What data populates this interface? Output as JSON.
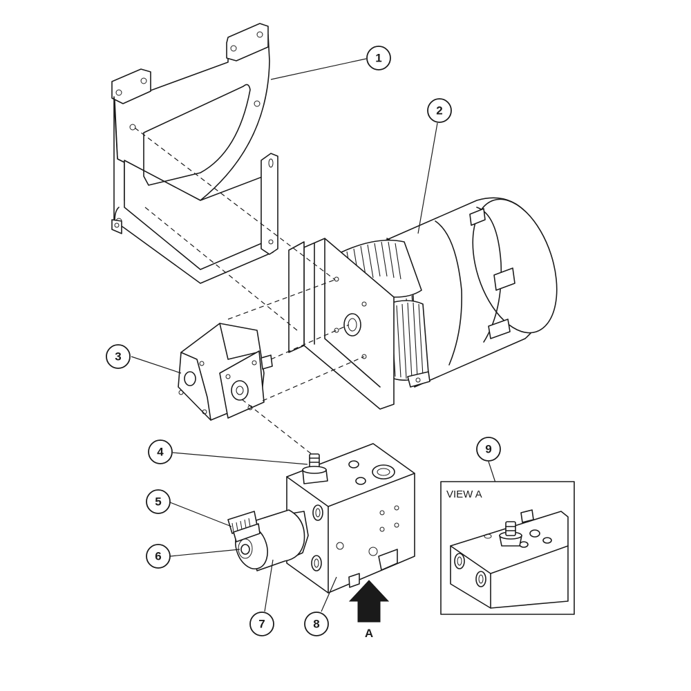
{
  "callouts": [
    {
      "id": "1",
      "label": "1"
    },
    {
      "id": "2",
      "label": "2"
    },
    {
      "id": "3",
      "label": "3"
    },
    {
      "id": "4",
      "label": "4"
    },
    {
      "id": "5",
      "label": "5"
    },
    {
      "id": "6",
      "label": "6"
    },
    {
      "id": "7",
      "label": "7"
    },
    {
      "id": "8",
      "label": "8"
    },
    {
      "id": "9",
      "label": "9"
    }
  ],
  "view_inset": {
    "title": "VIEW A"
  },
  "arrow": {
    "label": "A"
  },
  "colors": {
    "line": "#1a1a1a",
    "background": "#ffffff",
    "arrow_fill": "#1a1a1a"
  }
}
